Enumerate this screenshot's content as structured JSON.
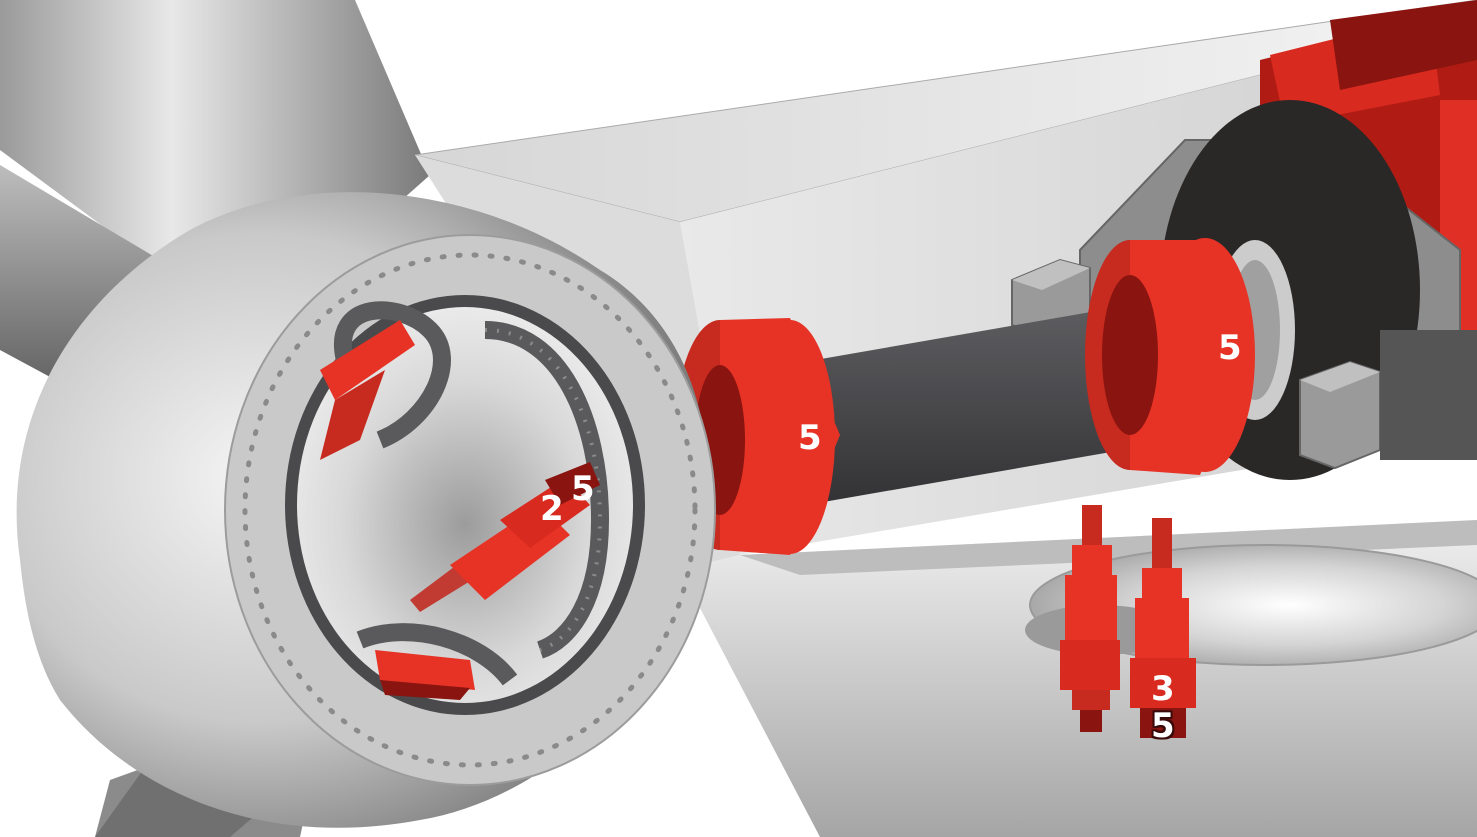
{
  "callouts": {
    "hub_bearing_primary": "2",
    "hub_bearing_secondary": "5",
    "main_bearing_front": "5",
    "main_bearing_rear": "5",
    "bolts_primary": "3",
    "bolts_secondary": "5"
  },
  "colors": {
    "accent_red": "#e63326",
    "dark_red": "#8a140f",
    "shaft_gray": "#4a4a4d",
    "frame_dark": "#2a2727",
    "light_gray": "#d8d8d8"
  }
}
